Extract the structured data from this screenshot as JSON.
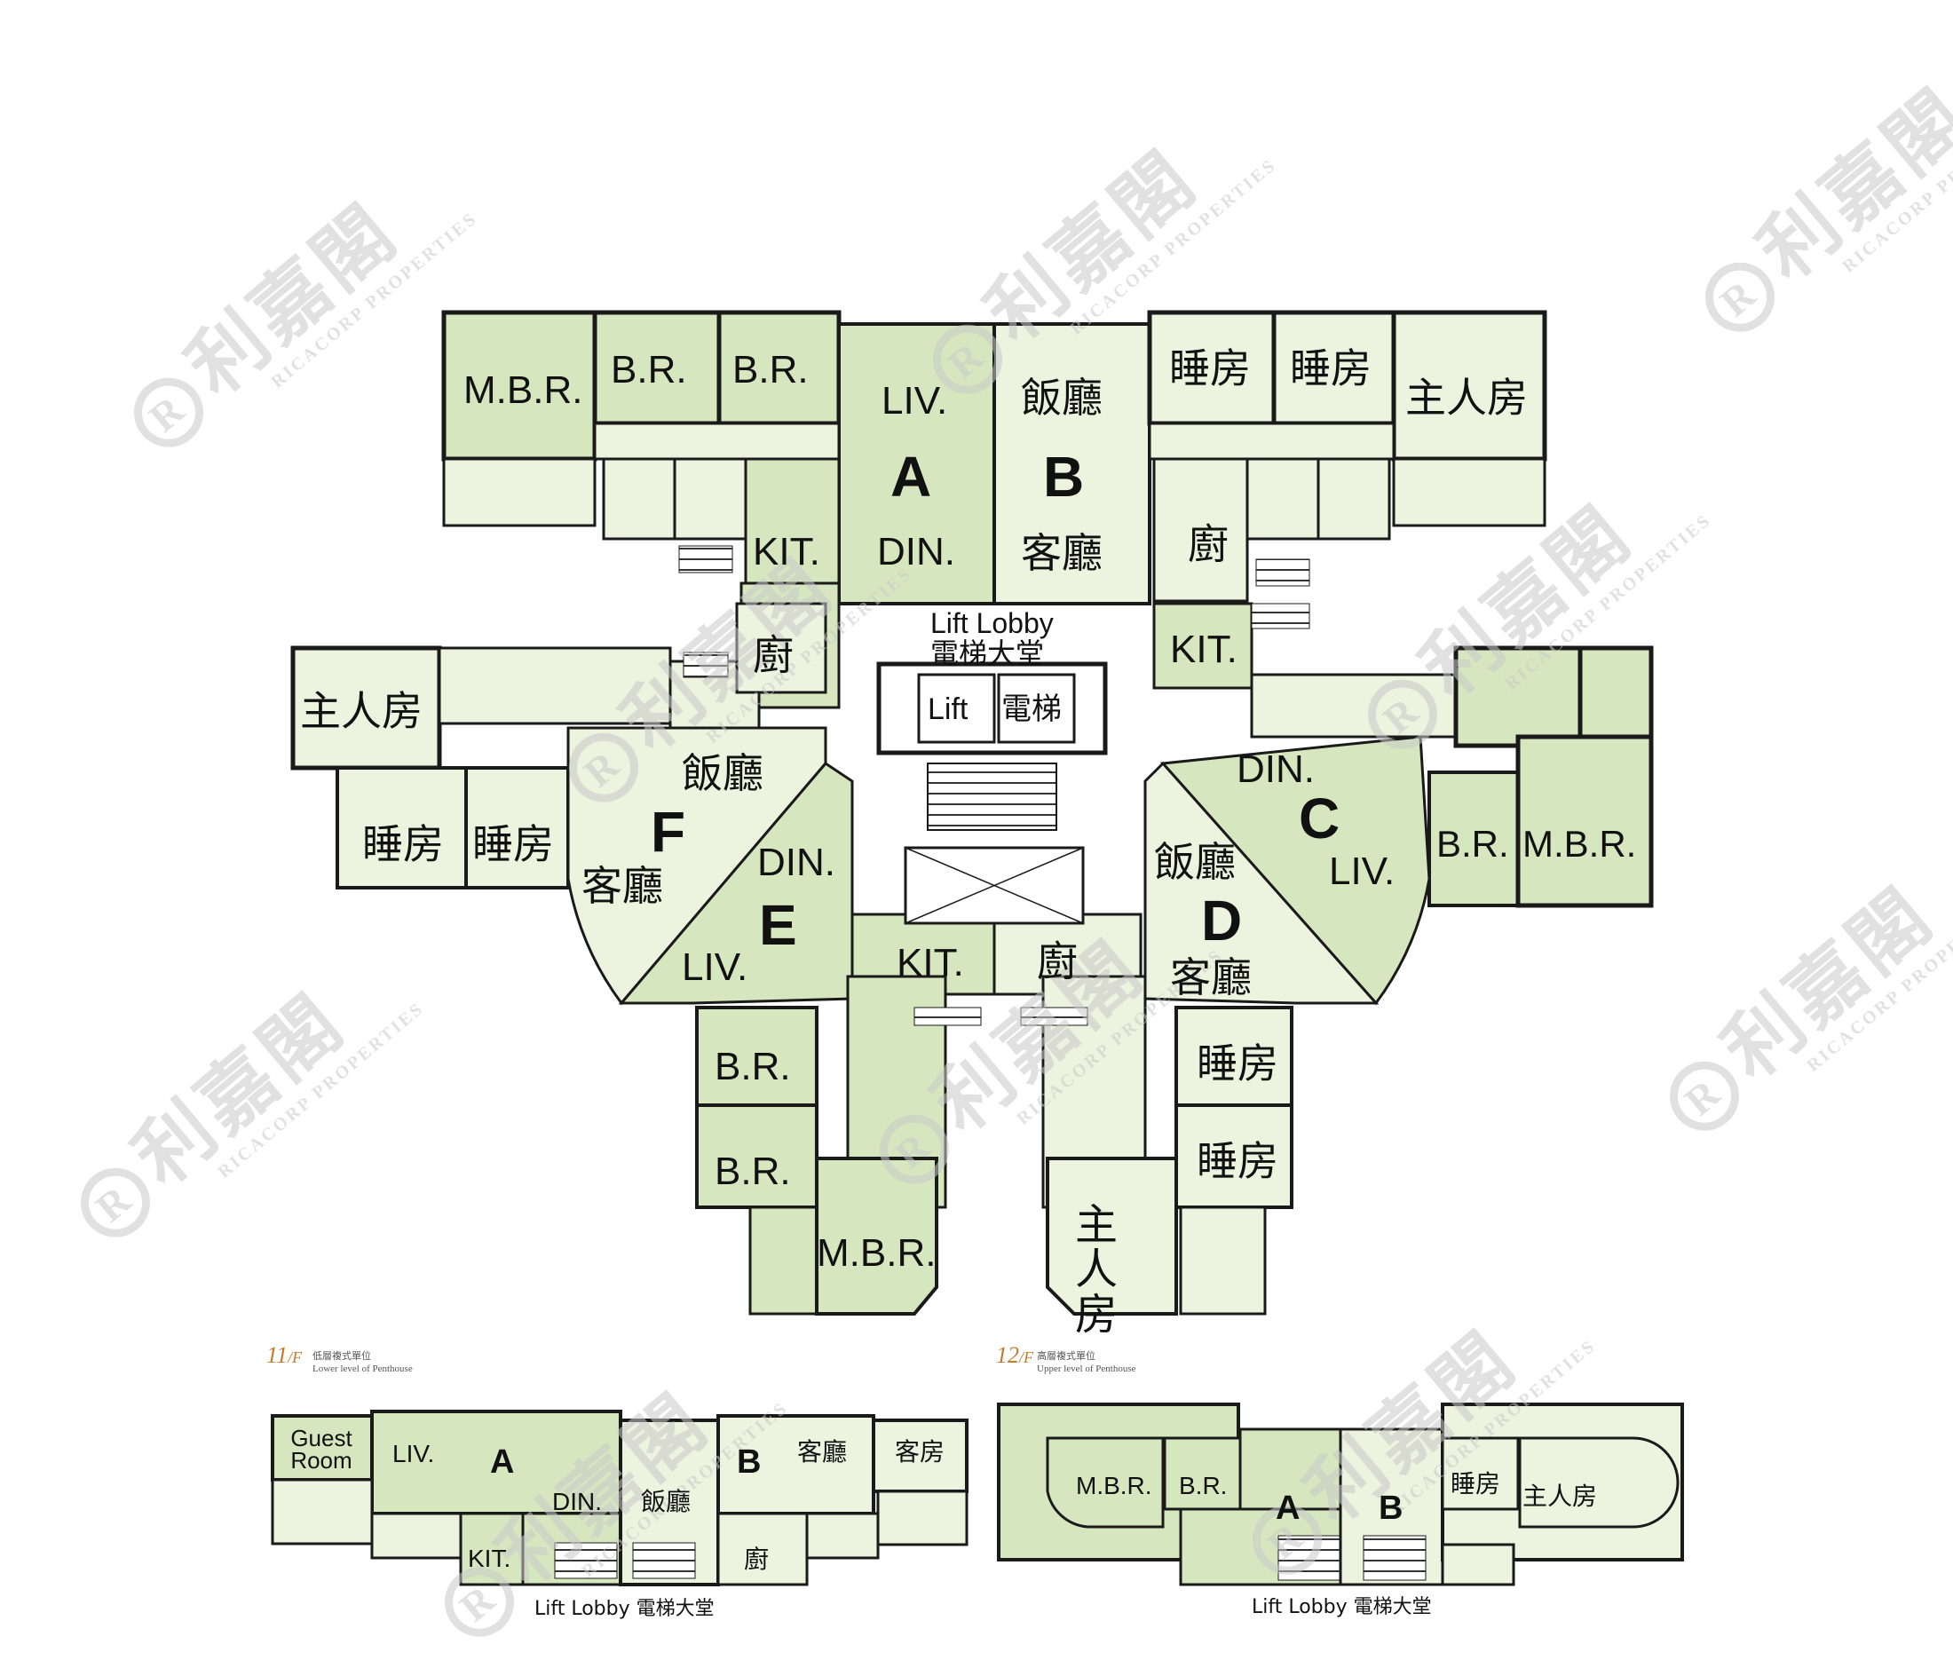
{
  "watermark": {
    "brand_cn": "利嘉閣",
    "brand_en": "RICACORP PROPERTIES",
    "logo_letter": "R"
  },
  "colors": {
    "room_fill": "#d6e6bf",
    "room_fill_light": "#eef3df",
    "wall": "#1a1a1a",
    "watermark": "#c9c9c9",
    "floor_title": "#c8782a"
  },
  "main_plan": {
    "units": {
      "A": {
        "letter": "A",
        "rooms": [
          "M.B.R.",
          "B.R.",
          "B.R.",
          "LIV.",
          "DIN.",
          "KIT."
        ]
      },
      "B": {
        "letter": "B",
        "rooms": [
          "飯廳",
          "睡房",
          "睡房",
          "主人房",
          "客廳",
          "廚"
        ]
      },
      "C": {
        "letter": "C",
        "rooms": [
          "DIN.",
          "LIV.",
          "B.R.",
          "M.B.R.",
          "KIT."
        ]
      },
      "D": {
        "letter": "D",
        "rooms": [
          "飯廳",
          "客廳",
          "廚",
          "睡房",
          "睡房",
          "主人房"
        ]
      },
      "E": {
        "letter": "E",
        "rooms": [
          "DIN.",
          "LIV.",
          "KIT.",
          "B.R.",
          "B.R.",
          "M.B.R."
        ]
      },
      "F": {
        "letter": "F",
        "rooms": [
          "主人房",
          "睡房",
          "睡房",
          "飯廳",
          "客廳",
          "廚"
        ]
      }
    },
    "lift_lobby_en": "Lift Lobby",
    "lift_lobby_cn": "電梯大堂",
    "lift_en": "Lift",
    "lift_cn": "電梯"
  },
  "floor_11": {
    "number": "11",
    "suffix": "/F",
    "sub_cn": "低層複式單位",
    "sub_en": "Lower level of Penthouse",
    "labels": {
      "guest": "Guest Room",
      "liv": "LIV.",
      "a": "A",
      "din": "DIN.",
      "kit": "KIT.",
      "dining_cn": "飯廳",
      "b": "B",
      "living_cn": "客廳",
      "guest_cn": "客房",
      "kitchen_cn": "廚"
    },
    "lobby": "Lift Lobby 電梯大堂"
  },
  "floor_12": {
    "number": "12",
    "suffix": "/F",
    "sub_cn": "高層複式單位",
    "sub_en": "Upper level of Penthouse",
    "labels": {
      "mbr": "M.B.R.",
      "br": "B.R.",
      "a": "A",
      "b": "B",
      "bedroom_cn": "睡房",
      "master_cn": "主人房"
    },
    "lobby": "Lift Lobby 電梯大堂"
  }
}
